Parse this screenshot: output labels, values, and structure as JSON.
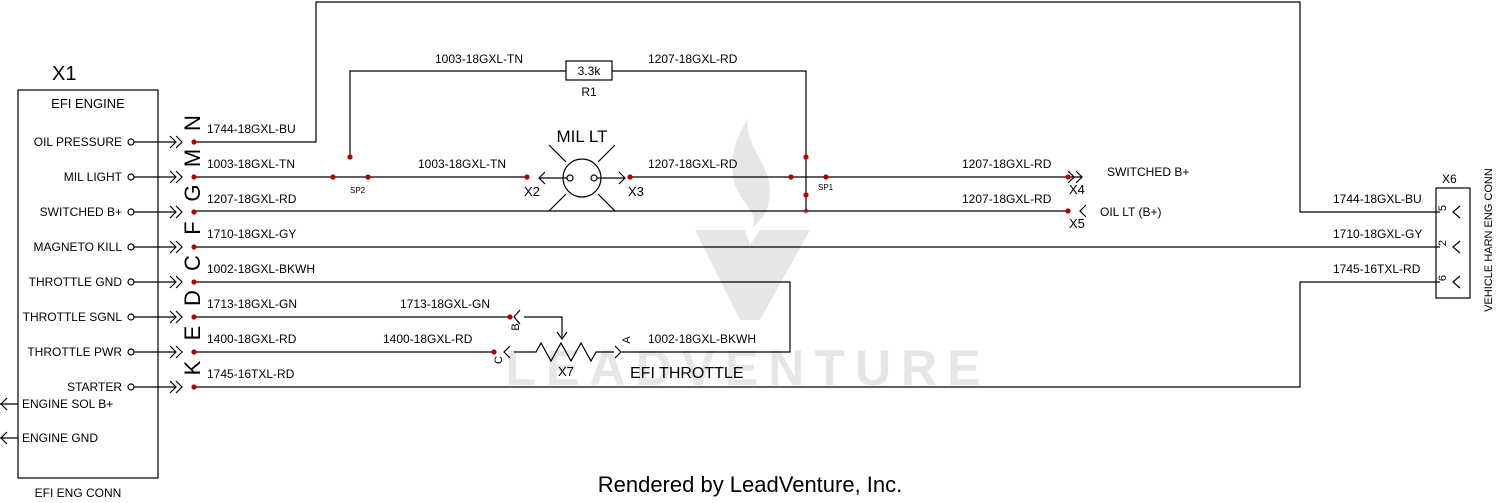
{
  "x1": {
    "ref": "X1",
    "title": "EFI ENGINE",
    "footer": "EFI ENG CONN",
    "pins": [
      {
        "label": "OIL PRESSURE",
        "pin": "N",
        "wire": "1744-18GXL-BU"
      },
      {
        "label": "MIL LIGHT",
        "pin": "M",
        "wire": "1003-18GXL-TN"
      },
      {
        "label": "SWITCHED B+",
        "pin": "G",
        "wire": "1207-18GXL-RD"
      },
      {
        "label": "MAGNETO KILL",
        "pin": "F",
        "wire": "1710-18GXL-GY"
      },
      {
        "label": "THROTTLE GND",
        "pin": "C",
        "wire": "1002-18GXL-BKWH"
      },
      {
        "label": "THROTTLE SGNL",
        "pin": "D",
        "wire": "1713-18GXL-GN"
      },
      {
        "label": "THROTTLE PWR",
        "pin": "E",
        "wire": "1400-18GXL-RD"
      },
      {
        "label": "STARTER",
        "pin": "K",
        "wire": "1745-16TXL-RD"
      }
    ],
    "outputs": [
      "ENGINE SOL B+",
      "ENGINE GND"
    ]
  },
  "r1": {
    "ref": "R1",
    "value": "3.3k",
    "wire_left": "1003-18GXL-TN",
    "wire_right": "1207-18GXL-RD"
  },
  "mil": {
    "title": "MIL LT",
    "wire_left": "1003-18GXL-TN",
    "wire_right": "1207-18GXL-RD",
    "conn_left": "X2",
    "conn_right": "X3"
  },
  "splices": {
    "sp1": "SP1",
    "sp2": "SP2"
  },
  "x4": {
    "ref": "X4",
    "wire": "1207-18GXL-RD",
    "label": "SWITCHED B+"
  },
  "x5": {
    "ref": "X5",
    "wire": "1207-18GXL-RD",
    "label": "OIL LT (B+)"
  },
  "x6": {
    "ref": "X6",
    "name": "VEHICLE HARN ENG CONN",
    "pins": [
      {
        "pin": "5",
        "wire": "1744-18GXL-BU"
      },
      {
        "pin": "2",
        "wire": "1710-18GXL-GY"
      },
      {
        "pin": "6",
        "wire": "1745-16TXL-RD"
      }
    ]
  },
  "x7": {
    "ref": "X7",
    "title": "EFI THROTTLE",
    "pin_b": "B",
    "pin_c": "C",
    "pin_a": "A",
    "wire_b": "1713-18GXL-GN",
    "wire_c": "1400-18GXL-RD",
    "wire_a": "1002-18GXL-BKWH"
  },
  "watermark": "LEADVENTURE",
  "footer": "Rendered by LeadVenture, Inc.",
  "colors": {
    "wire": "#000000",
    "splice_dot": "#b00000",
    "watermark": "#e6e6e6"
  }
}
